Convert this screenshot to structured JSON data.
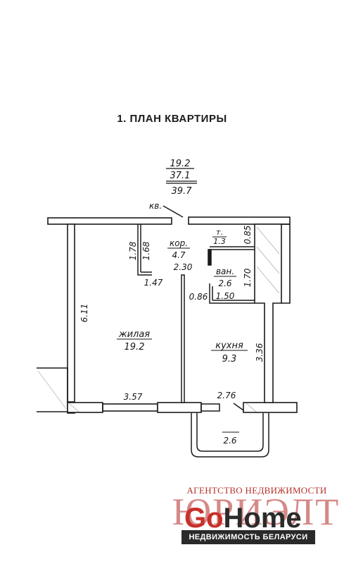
{
  "plan": {
    "title": "1. ПЛАН КВАРТИРЫ",
    "totals": {
      "living": "19.2",
      "total": "37.1",
      "with_balcony": "39.7"
    },
    "entrance_label": "кв.",
    "rooms": {
      "living": {
        "name": "жилая",
        "area": "19.2"
      },
      "corridor": {
        "name": "кор.",
        "area": "4.7"
      },
      "toilet": {
        "name": "т.",
        "area": "1.3"
      },
      "bath": {
        "name": "ван.",
        "area": "2.6"
      },
      "kitchen": {
        "name": "кухня",
        "area": "9.3"
      },
      "balcony": {
        "area": "2.6"
      }
    },
    "dimensions": {
      "living_depth": "6.11",
      "living_width": "3.57",
      "closet_a": "1.78",
      "closet_b": "1.68",
      "closet_width": "1.47",
      "corridor_width": "2.30",
      "toilet_depth": "0.85",
      "bath_depth": "1.70",
      "corridor_neck": "0.86",
      "bath_width": "1.50",
      "kitchen_depth": "3.36",
      "kitchen_width": "2.76"
    }
  },
  "watermark": {
    "agency": "АГЕНТСТВО НЕДВИЖИМОСТИ",
    "brand": "ЮРИЭЛТ",
    "logo_go": "Go",
    "logo_home": "Home",
    "tagline": "НЕДВИЖИМОСТЬ БЕЛАРУСИ"
  }
}
